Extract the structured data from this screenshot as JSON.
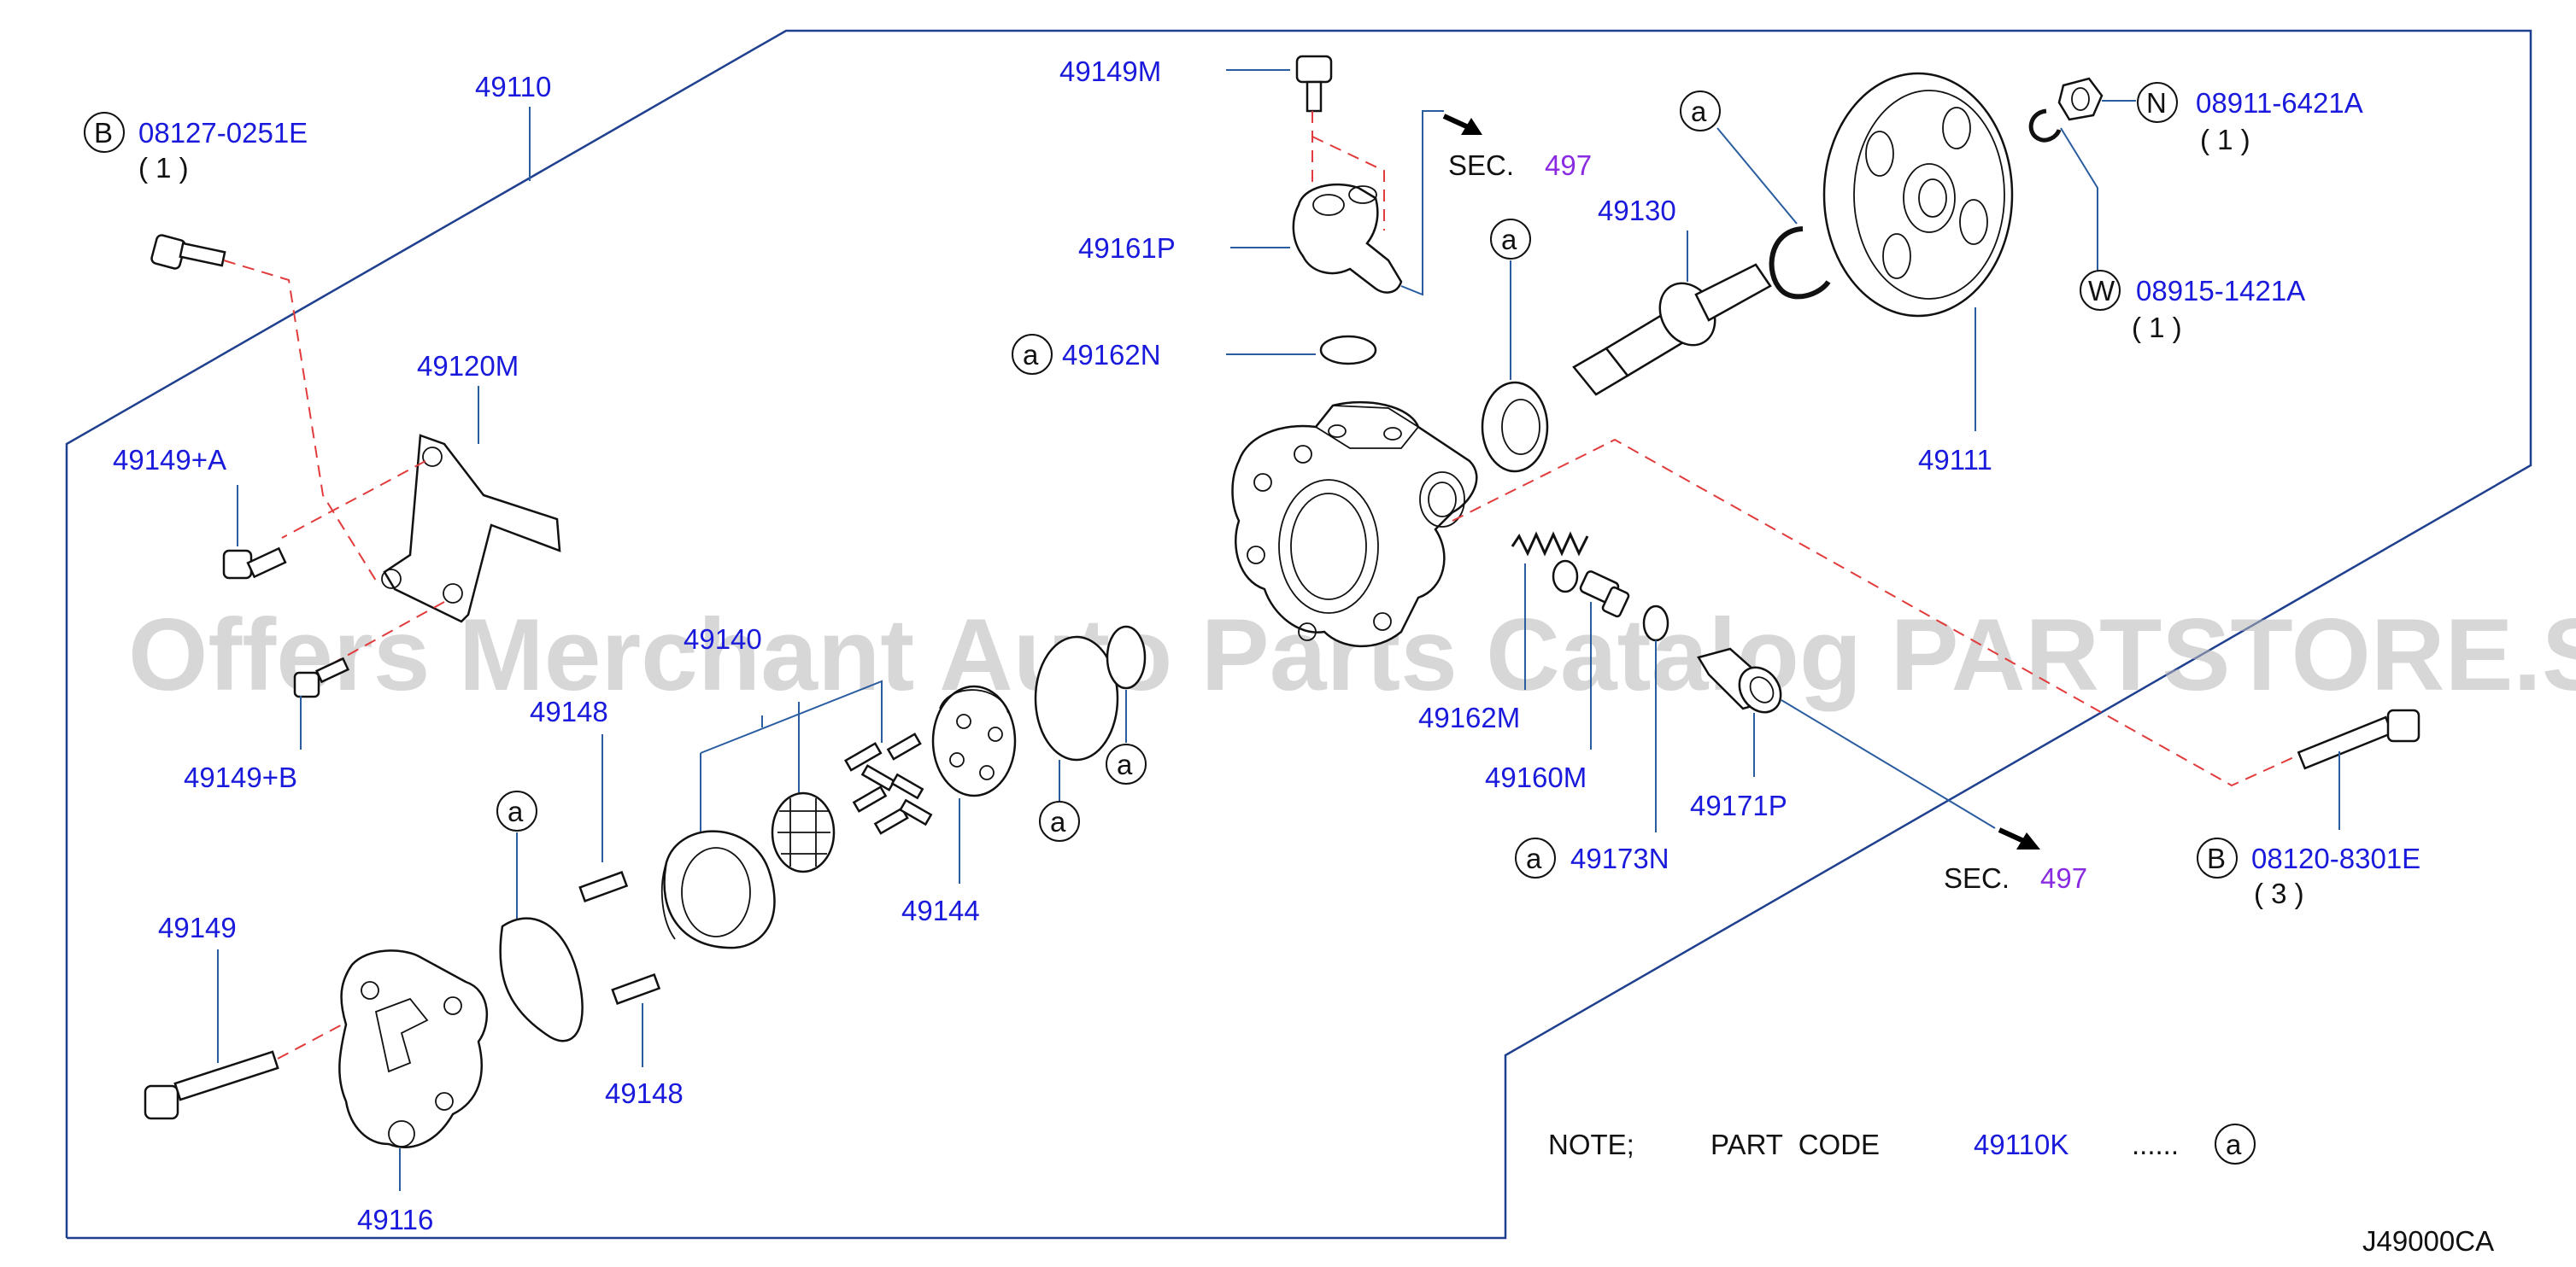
{
  "watermark": "Offers Merchant Auto Parts Catalog PARTSTORE.SA",
  "diagram_code": "J49000CA",
  "note": {
    "prefix": "NOTE;",
    "text": "PART  CODE",
    "code": "49110K",
    "dots": "......",
    "symbol": "a"
  },
  "sec_refs": [
    {
      "label": "SEC.",
      "number": "497"
    },
    {
      "label": "SEC.",
      "number": "497"
    }
  ],
  "labels": {
    "p49110": "49110",
    "p49120M": "49120M",
    "p49149A": "49149+A",
    "p49149B": "49149+B",
    "p49140": "49140",
    "p49148a": "49148",
    "p49148b": "49148",
    "p49149": "49149",
    "p49116": "49116",
    "p49144": "49144",
    "p49149M": "49149M",
    "p49161P": "49161P",
    "p49162N": "49162N",
    "p49162M": "49162M",
    "p49160M": "49160M",
    "p49173N": "49173N",
    "p49171P": "49171P",
    "p49130": "49130",
    "p49111": "49111"
  },
  "fasteners": {
    "b1": {
      "symbol": "B",
      "code": "08127-0251E",
      "qty": "( 1 )"
    },
    "n1": {
      "symbol": "N",
      "code": "08911-6421A",
      "qty": "( 1 )"
    },
    "w1": {
      "symbol": "W",
      "code": "08915-1421A",
      "qty": "(  1  )"
    },
    "b2": {
      "symbol": "B",
      "code": "08120-8301E",
      "qty": "( 3 )"
    }
  },
  "marker_a": "a"
}
